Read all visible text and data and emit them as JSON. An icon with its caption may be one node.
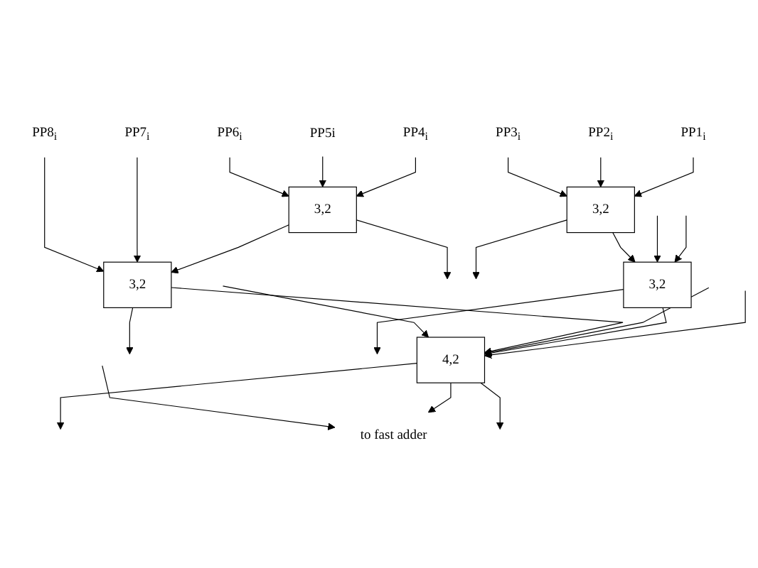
{
  "diagram": {
    "nodes": [
      {
        "text": [
          "PP8$_{i}$"
        ]
      },
      {
        "text": [
          "PP7$_{i}$"
        ]
      },
      {
        "text": [
          "PP6$_{i}$"
        ]
      },
      {
        "text": [
          "PP5i"
        ]
      },
      {
        "text": [
          "PP4$_{i}$"
        ]
      },
      {
        "text": [
          "PP3$_{i}$"
        ]
      },
      {
        "text": [
          "PP2$_{i}$"
        ]
      },
      {
        "text": [
          "PP1$_{i}$"
        ]
      },
      {
        "text": [
          "3,2"
        ]
      },
      {
        "text": [
          "3,2"
        ]
      },
      {
        "text": [
          "3,2"
        ]
      },
      {
        "text": [
          "3,2"
        ]
      },
      {
        "text": [
          "4,2"
        ]
      },
      {
        "text": [
          "to fast adder"
        ]
      }
    ],
    "edges": [
      {
        "from": 2,
        "to": 8,
        "arrow": "to"
      },
      {
        "from": 3,
        "to": 8,
        "arrow": "to"
      },
      {
        "from": 4,
        "to": 8,
        "arrow": "to"
      },
      {
        "from": 5,
        "to": 9,
        "arrow": "to"
      },
      {
        "from": 6,
        "to": 9,
        "arrow": "to"
      },
      {
        "from": 7,
        "to": 9,
        "arrow": "to"
      },
      {
        "from": 8,
        "to": null,
        "arrow": "to"
      },
      {
        "from": 9,
        "to": null,
        "arrow": "to"
      },
      {
        "from": 0,
        "to": 10,
        "arrow": "to"
      },
      {
        "from": 1,
        "to": 10,
        "arrow": "to"
      },
      {
        "from": 8,
        "to": 10,
        "arrow": "to"
      },
      {
        "from": 9,
        "to": 11,
        "arrow": "to"
      },
      {
        "from": null,
        "to": 11,
        "arrow": "to"
      },
      {
        "from": null,
        "to": 11,
        "arrow": "to"
      },
      {
        "from": 10,
        "to": null,
        "arrow": "to"
      },
      {
        "from": 11,
        "to": null,
        "arrow": "to"
      },
      {
        "from": null,
        "to": 12,
        "arrow": "to"
      },
      {
        "from": 10,
        "to": 12,
        "arrow": "to"
      },
      {
        "from": null,
        "to": 12,
        "arrow": "to"
      },
      {
        "from": 11,
        "to": 12,
        "arrow": "to"
      },
      {
        "from": null,
        "to": 12,
        "arrow": "to"
      },
      {
        "from": 12,
        "to": null,
        "arrow": "to"
      },
      {
        "from": 12,
        "to": null,
        "arrow": "to"
      },
      {
        "from": null,
        "to": 13,
        "arrow": "to"
      },
      {
        "from": 12,
        "to": 13,
        "arrow": "to"
      }
    ]
  }
}
